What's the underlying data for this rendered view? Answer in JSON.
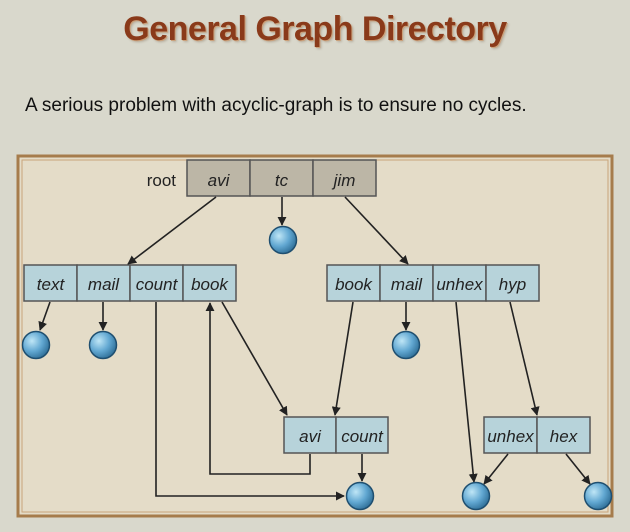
{
  "page": {
    "title": "General Graph Directory",
    "subtitle": "A serious problem with acyclic-graph is to ensure no cycles."
  },
  "diagram": {
    "root": {
      "label": "root",
      "entries": [
        "avi",
        "tc",
        "jim"
      ]
    },
    "left_dir": {
      "entries": [
        "text",
        "mail",
        "count",
        "book"
      ]
    },
    "right_dir": {
      "entries": [
        "book",
        "mail",
        "unhex",
        "hyp"
      ]
    },
    "shared_dir": {
      "entries": [
        "avi",
        "count"
      ]
    },
    "hyp_dir": {
      "entries": [
        "unhex",
        "hex"
      ]
    }
  },
  "colors": {
    "title": "#8a3a1a",
    "root_fill": "#bcb6a6",
    "box_fill": "#b7d3da",
    "panel_fill": "#e4dcc8",
    "panel_border": "#a67c4c",
    "file_node": "#4f94c2"
  }
}
